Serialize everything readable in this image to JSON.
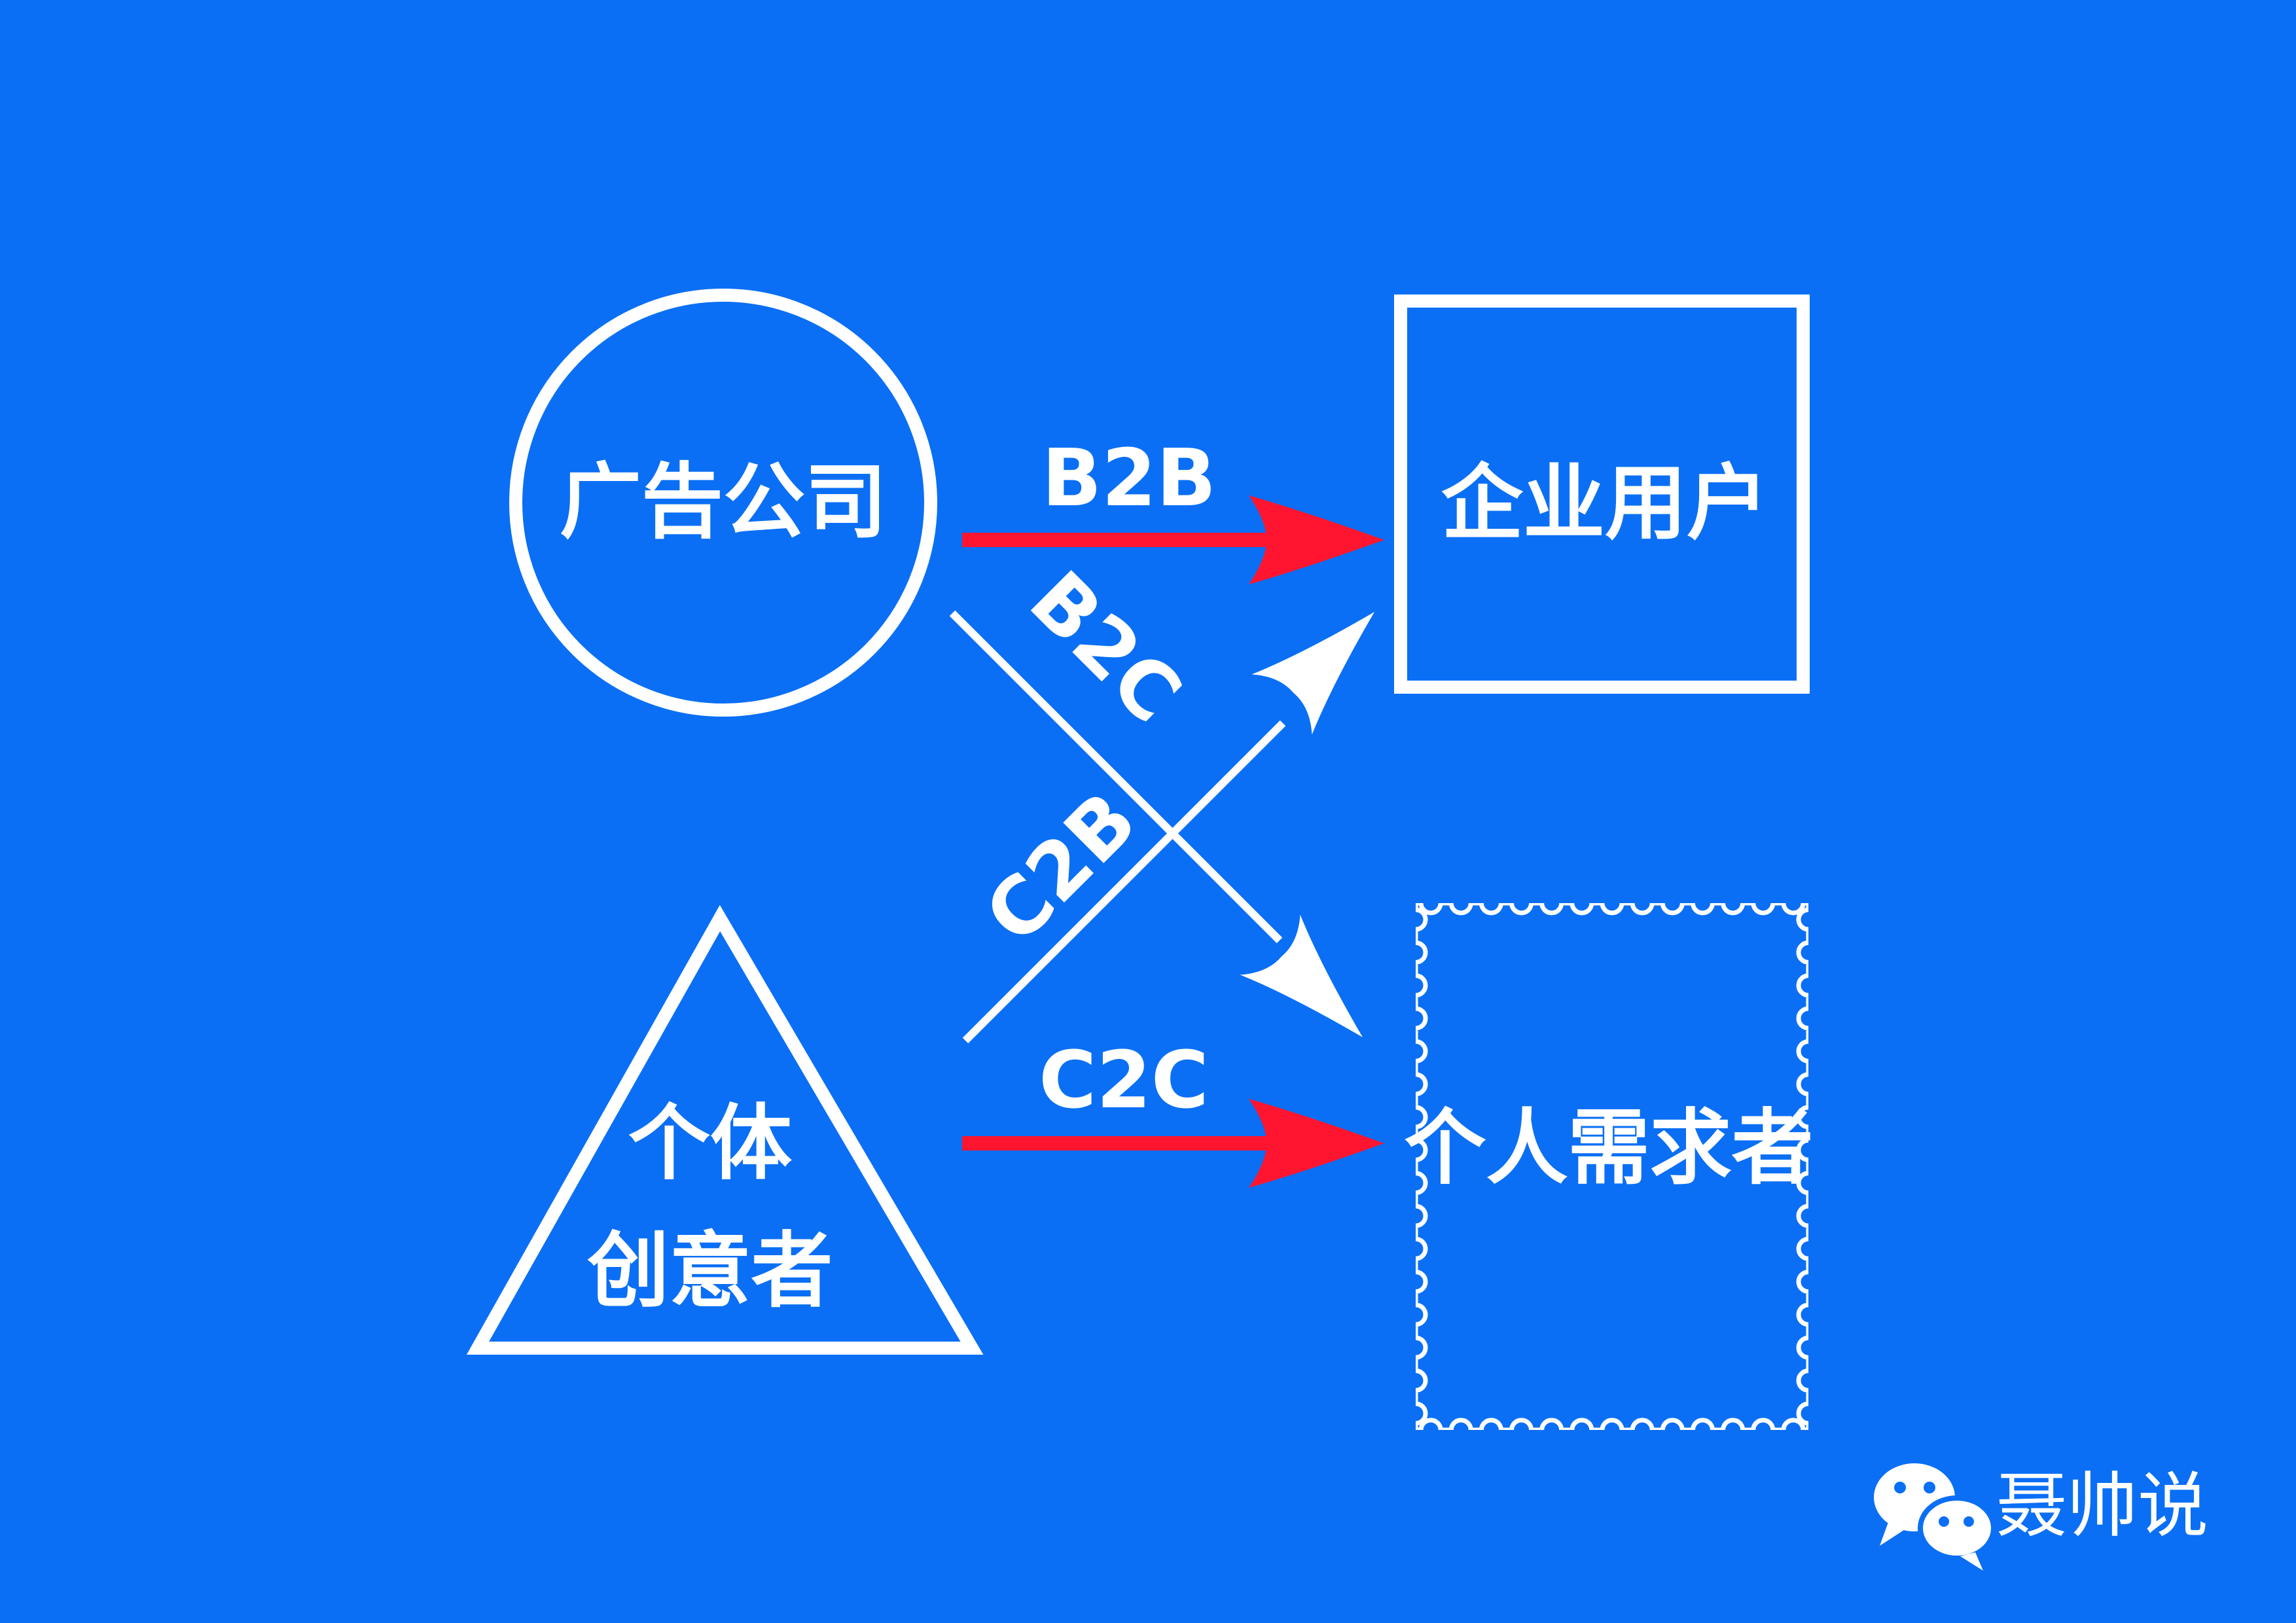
{
  "colors": {
    "background": "#0a6ff5",
    "line": "#ffffff",
    "b2b_c2c_arrow": "#ff1530"
  },
  "nodes": {
    "ad_company": {
      "label": "广告公司",
      "shape": "circle"
    },
    "enterprise_user": {
      "label": "企业用户",
      "shape": "square"
    },
    "individual_creator": {
      "label_line1": "个体",
      "label_line2": "创意者",
      "shape": "triangle"
    },
    "individual_demander": {
      "label": "个人需求者",
      "shape": "stamp"
    }
  },
  "edges": [
    {
      "label": "B2B",
      "from": "广告公司",
      "to": "企业用户"
    },
    {
      "label": "B2C",
      "from": "广告公司",
      "to": "个人需求者"
    },
    {
      "label": "C2B",
      "from": "个体创意者",
      "to": "企业用户"
    },
    {
      "label": "C2C",
      "from": "个体创意者",
      "to": "个人需求者"
    }
  ],
  "watermark": {
    "icon": "wechat-icon",
    "name": "聂帅说"
  }
}
